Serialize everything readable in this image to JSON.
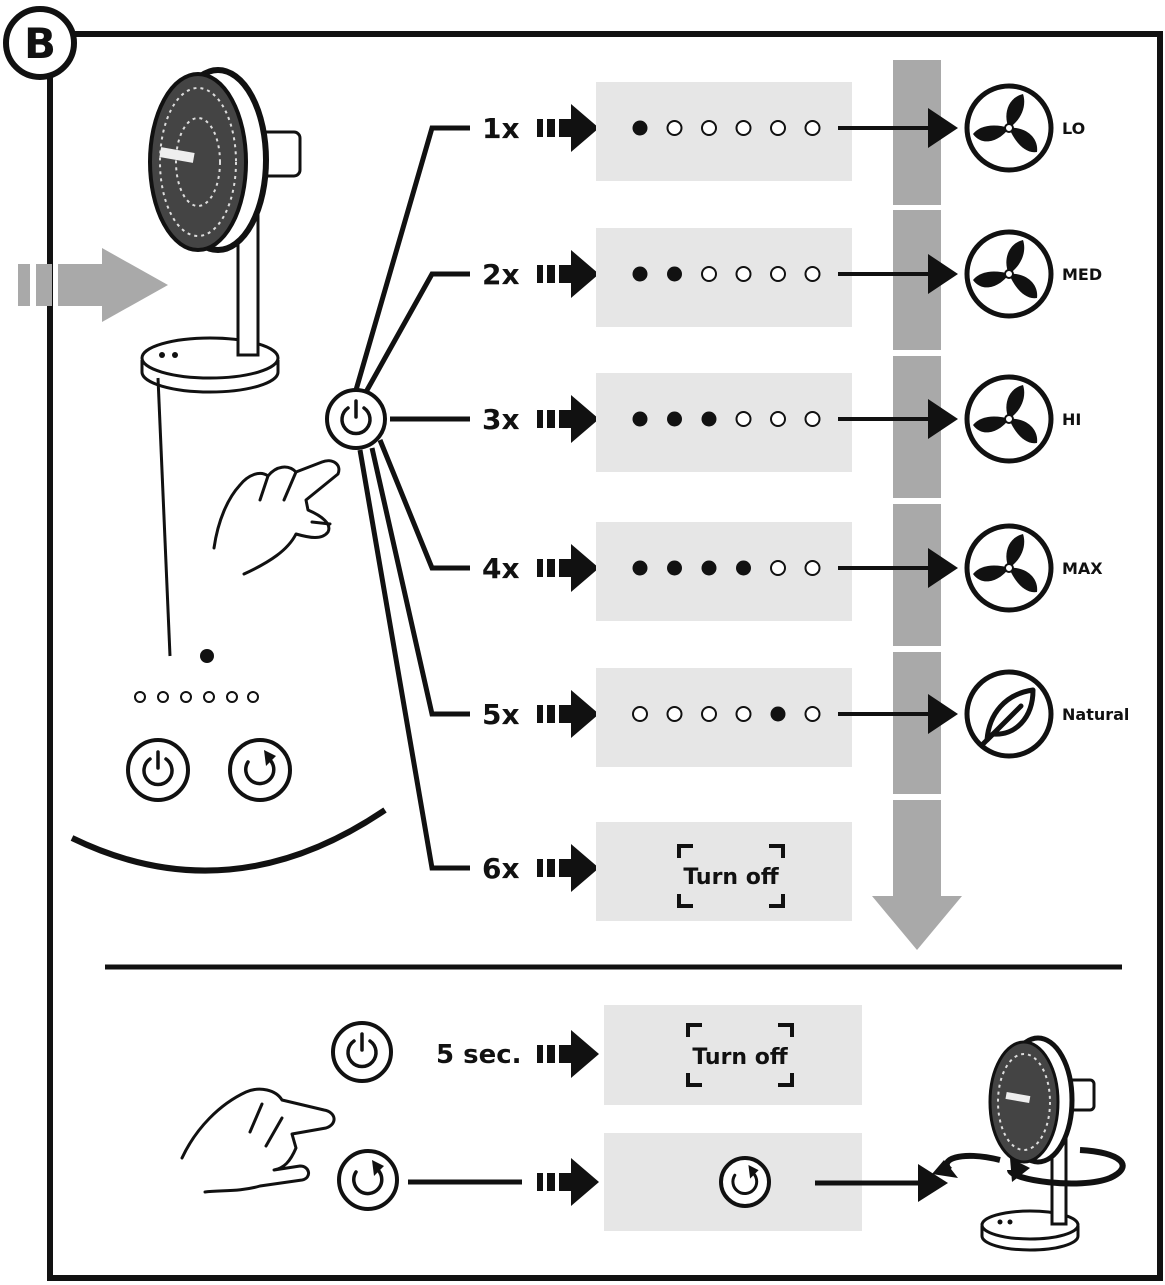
{
  "badge": "B",
  "press_counts": [
    "1x",
    "2x",
    "3x",
    "4x",
    "5x",
    "6x"
  ],
  "indicator_states": [
    [
      1,
      0,
      0,
      0,
      0,
      0
    ],
    [
      1,
      1,
      0,
      0,
      0,
      0
    ],
    [
      1,
      1,
      1,
      0,
      0,
      0
    ],
    [
      1,
      1,
      1,
      1,
      0,
      0
    ],
    [
      0,
      0,
      0,
      0,
      1,
      0
    ]
  ],
  "modes": [
    "LO",
    "MED",
    "HI",
    "MAX",
    "Natural"
  ],
  "mode_icons": [
    "fan-icon",
    "fan-icon",
    "fan-icon",
    "fan-icon",
    "leaf-icon"
  ],
  "turn_off_label": "Turn off",
  "hold_duration": "5 sec.",
  "icons": {
    "power": "power-icon",
    "oscillate": "oscillate-icon",
    "hand": "hand-pointer-icon",
    "fan": "desk-fan-icon"
  },
  "colors": {
    "panel": "#e6e6e6",
    "gray_arrow": "#a9a9a9",
    "ink": "#111111"
  }
}
